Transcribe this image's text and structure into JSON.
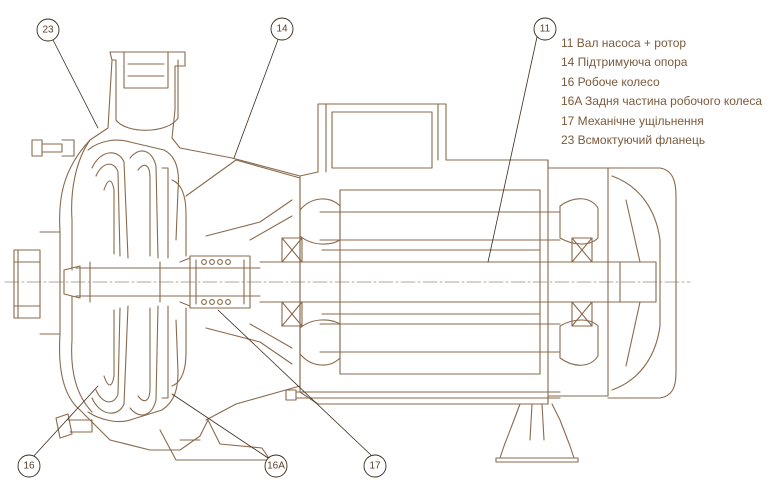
{
  "callouts": {
    "c23": "23",
    "c14": "14",
    "c11": "11",
    "c16": "16",
    "c16a": "16A",
    "c17": "17"
  },
  "legend": [
    "11 Вал насоса + ротор",
    "14 Підтримуюча опора",
    "16 Робоче колесо",
    "16A Задня частина робочого колеса",
    "17 Механічне ущільнення",
    "23 Всмоктуючий фланець"
  ],
  "colors": {
    "line": "#8a6a4c",
    "text": "#7a5a3c",
    "centerline": "#9a8a7a"
  }
}
